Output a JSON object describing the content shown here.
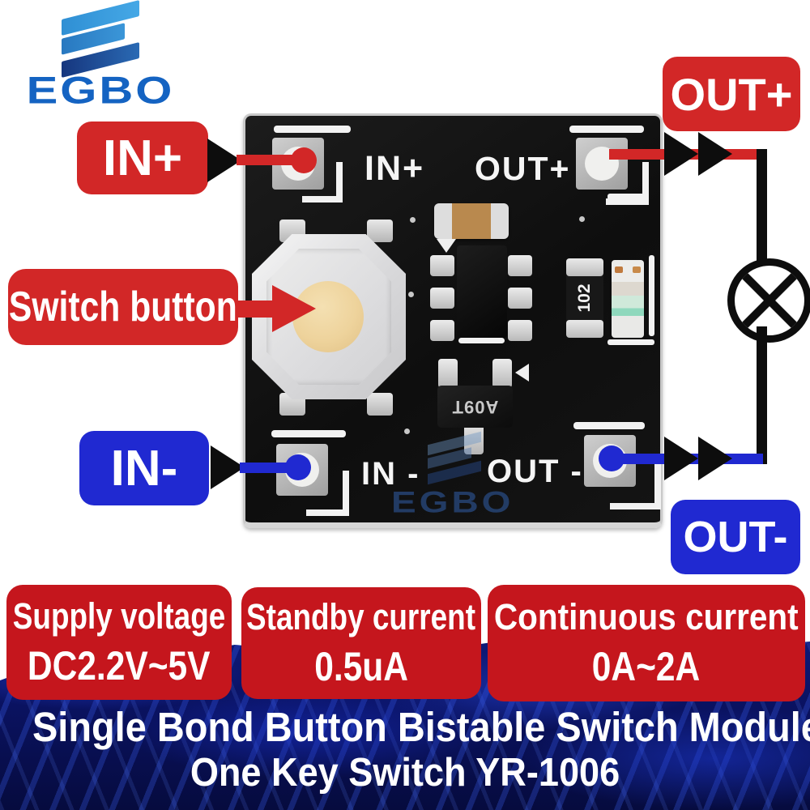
{
  "brand": {
    "name": "EGBO",
    "watermark": "EGBO"
  },
  "callouts": {
    "in_plus": "IN+",
    "out_plus": "OUT+",
    "in_minus": "IN-",
    "out_minus": "OUT-",
    "switch_button": "Switch button"
  },
  "board_silkscreen": {
    "in_plus": "IN+",
    "out_plus": "OUT+",
    "in_minus": "IN -",
    "out_minus": "OUT -"
  },
  "components": {
    "resistor_code": "102",
    "transistor_code": "A09T"
  },
  "specs": [
    {
      "label": "Supply voltage",
      "value": "DC2.2V~5V"
    },
    {
      "label": "Standby current",
      "value": "0.5uA"
    },
    {
      "label": "Continuous current",
      "value": "0A~2A"
    }
  ],
  "title": {
    "line1": "Single Bond Button Bistable Switch Module",
    "line2": "One Key Switch YR-1006"
  },
  "colors": {
    "label_red": "#d22727",
    "spec_red": "#c5161d",
    "label_blue": "#2029d1",
    "band_navy": "#0a1260"
  }
}
